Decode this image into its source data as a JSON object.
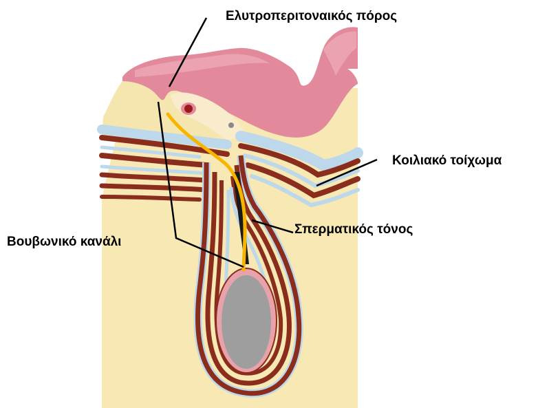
{
  "labels": {
    "processus_vaginalis": "Ελυτροπεριτοναικός πόρος",
    "abdominal_wall": "Κοιλιακό τοίχωμα",
    "spermatic_cord": "Σπερματικός τόνος",
    "inguinal_canal": "Βουβωνικό κανάλι"
  },
  "colors": {
    "peritoneum_pink": "#e2899b",
    "peritoneum_light": "#eea9b6",
    "fat_cream": "#f7e8b4",
    "muscle_brown": "#8a2d1d",
    "fascia_blue": "#bcd8ea",
    "spermatic_cord_yellow": "#f7b500",
    "testis_gray": "#9e9e9e",
    "testis_rim": "#e7a3a9",
    "vessel_red": "#9b1b1b"
  }
}
